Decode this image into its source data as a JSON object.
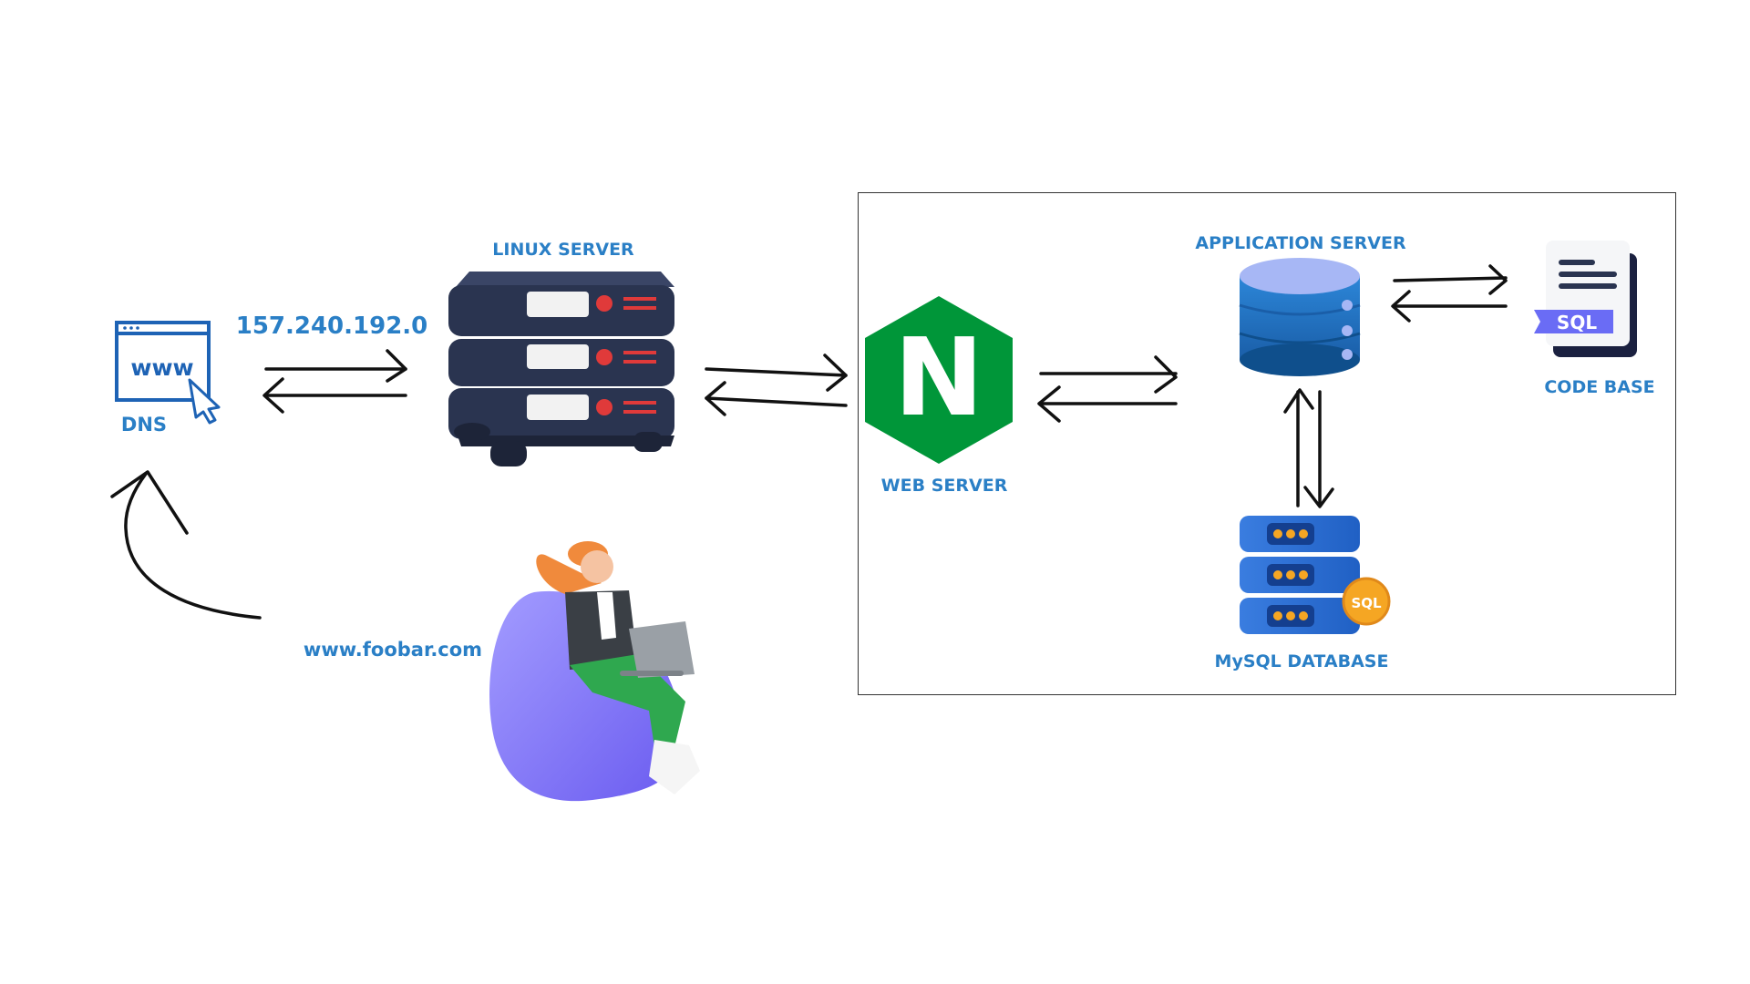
{
  "labels": {
    "dns": "DNS",
    "ip_address": "157.240.192.0",
    "linux_server": "LINUX SERVER",
    "web_server": "WEB SERVER",
    "application_server": "APPLICATION SERVER",
    "code_base": "CODE BASE",
    "mysql_database": "MySQL DATABASE",
    "domain": "www.foobar.com"
  },
  "icons": {
    "dns": "www-browser-icon",
    "linux_server": "server-rack-icon",
    "web_server": "nginx-icon",
    "application_server": "database-cylinder-icon",
    "code_base": "sql-document-icon",
    "mysql_database": "sql-server-icon",
    "user": "user-with-laptop-icon"
  },
  "icon_text": {
    "www": "www",
    "sql": "SQL",
    "nginx_letter": "N"
  },
  "colors": {
    "label": "#2a7fc6",
    "nginx": "#009639",
    "server_dark": "#2a3450",
    "db_blue": "#2b7fd0",
    "sql_badge": "#f5a623",
    "arrow": "#111111"
  }
}
